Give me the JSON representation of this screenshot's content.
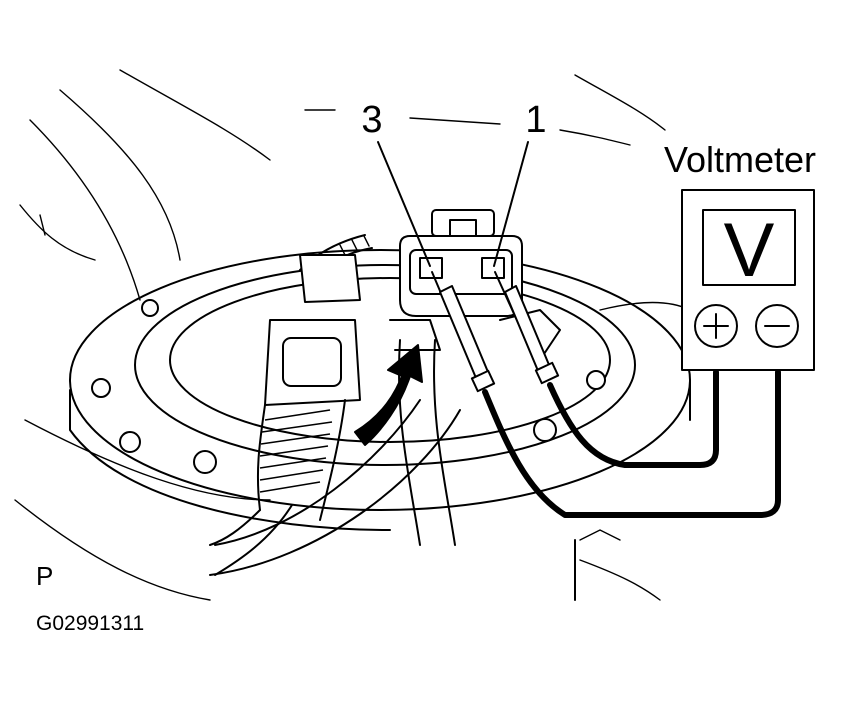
{
  "labels": {
    "pin_3": "3",
    "pin_1": "1",
    "instrument": "Voltmeter",
    "meter_display": "V",
    "figure_code": "G02991311",
    "corner_letter": "P"
  },
  "icons": {
    "positive_terminal": "plus-in-circle",
    "negative_terminal": "minus-in-circle",
    "direction_arrow": "curved-black-arrow"
  },
  "colors": {
    "line": "#000000",
    "background": "#ffffff"
  }
}
